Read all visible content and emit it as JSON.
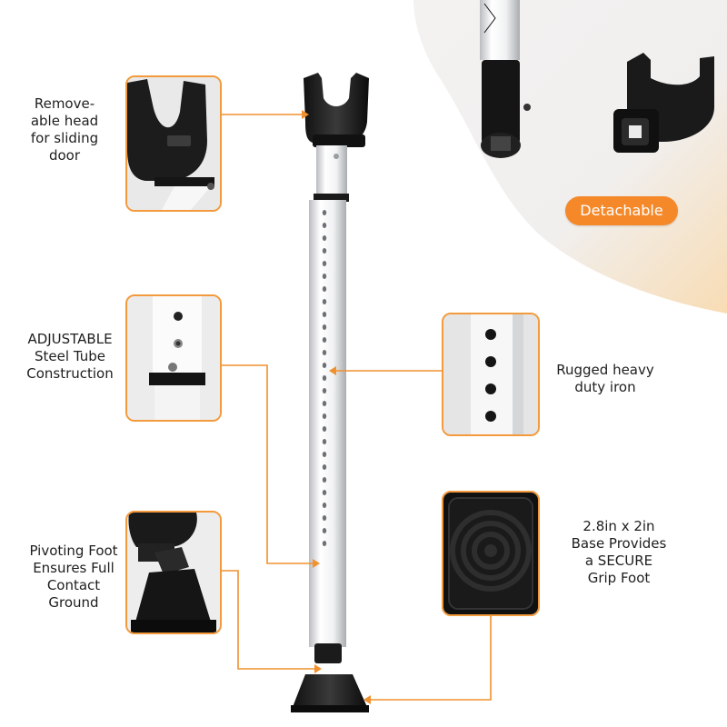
{
  "image": {
    "callouts": [
      {
        "id": "removable-head",
        "lines": [
          "Remove-",
          "able head",
          "for sliding",
          "door"
        ]
      },
      {
        "id": "adjustable-tube",
        "lines": [
          "ADJUSTABLE",
          "Steel Tube",
          "Construction"
        ]
      },
      {
        "id": "pivoting-foot",
        "lines": [
          "Pivoting Foot",
          "Ensures Full",
          "Contact",
          "Ground"
        ]
      },
      {
        "id": "heavy-iron",
        "lines": [
          "Rugged heavy",
          "duty iron"
        ]
      },
      {
        "id": "grip-base",
        "lines": [
          "2.8in x 2in",
          "Base Provides",
          "a SECURE",
          "Grip Foot"
        ]
      }
    ],
    "badge": "Detachable",
    "colors": {
      "accent_orange": "#f5892a",
      "frame_orange": "#f39a3c",
      "background_swoosh": "#f2f0ef",
      "warm_glow": "#f7e2c4"
    }
  }
}
